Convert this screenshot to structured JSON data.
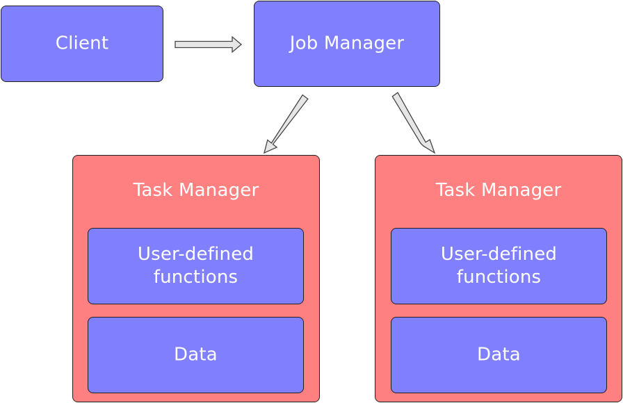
{
  "client": {
    "label": "Client"
  },
  "job_manager": {
    "label": "Job Manager"
  },
  "task_managers": [
    {
      "title": "Task Manager",
      "udf_label": "User-defined\nfunctions",
      "data_label": "Data"
    },
    {
      "title": "Task Manager",
      "udf_label": "User-defined\nfunctions",
      "data_label": "Data"
    }
  ],
  "colors": {
    "component_blue": "#8080ff",
    "task_manager_red": "#ff8080",
    "arrow_fill": "#e6e6e6",
    "arrow_stroke": "#444444"
  }
}
